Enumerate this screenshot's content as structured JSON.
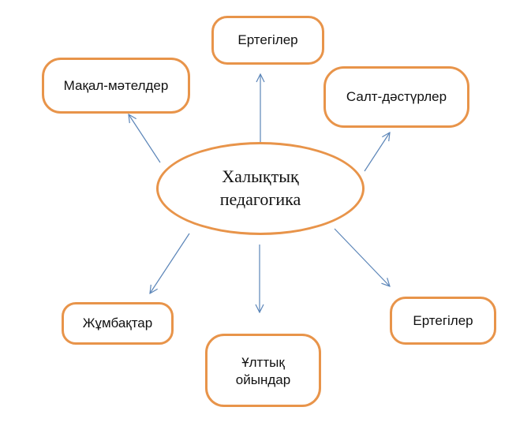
{
  "diagram": {
    "center": {
      "line1": "Халықтық",
      "line2": "педагогика"
    },
    "nodes": {
      "top": "Ертегілер",
      "top_left": "Мақал-мәтелдер",
      "top_right": "Салт-дәстүрлер",
      "bottom_left": "Жұмбақтар",
      "bottom": {
        "line1": "Ұлттық",
        "line2": "ойындар"
      },
      "bottom_right": "Ертегілер"
    },
    "colors": {
      "node_border": "#E8944A",
      "arrow": "#5B85B8",
      "text": "#111111"
    }
  }
}
